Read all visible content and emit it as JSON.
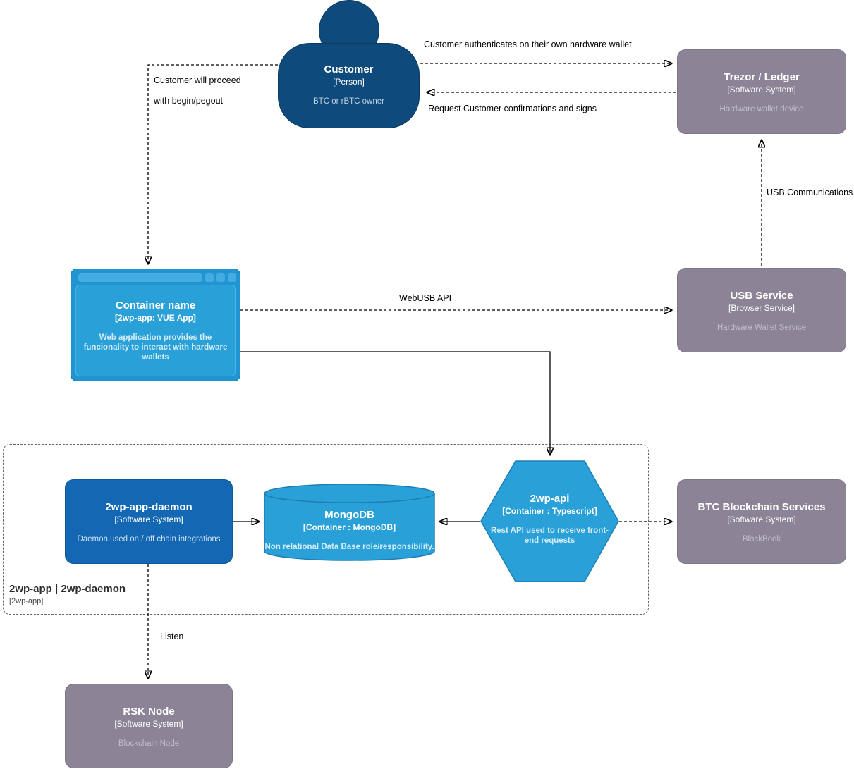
{
  "nodes": {
    "customer": {
      "title": "Customer",
      "subtitle": "[Person]",
      "description": "BTC or rBTC owner"
    },
    "trezor": {
      "title": "Trezor / Ledger",
      "subtitle": "[Software System]",
      "description": "Hardware wallet device"
    },
    "container": {
      "title": "Container name",
      "subtitle": "[2wp-app: VUE App]",
      "description": "Web application provides the funcionality to interact with hardware wallets"
    },
    "usb_service": {
      "title": "USB Service",
      "subtitle": "[Browser Service]",
      "description": "Hardware Wallet Service"
    },
    "daemon": {
      "title": "2wp-app-daemon",
      "subtitle": "[Software System]",
      "description": "Daemon used on / off chain integrations"
    },
    "mongodb": {
      "title": "MongoDB",
      "subtitle": "[Container : MongoDB]",
      "description": "Non relational Data Base role/responsibility."
    },
    "api": {
      "title": "2wp-api",
      "subtitle": "[Container : Typescript]",
      "description": "Rest API used to receive front-end requests"
    },
    "btc": {
      "title": "BTC Blockchain Services",
      "subtitle": "[Software System]",
      "description": "BlockBook"
    },
    "rsk": {
      "title": "RSK Node",
      "subtitle": "[Software System]",
      "description": "Blockchain Node"
    }
  },
  "boundary": {
    "title": "2wp-app | 2wp-daemon",
    "subtitle": "[2wp-app]"
  },
  "edges": {
    "customer_trezor": "Customer authenticates on their own hardware wallet",
    "trezor_customer": "Request Customer confirmations and signs",
    "customer_container_line1": "Customer will proceed",
    "customer_container_line2": "with begin/pegout",
    "usb_trezor": "USB Communications",
    "container_usb": "WebUSB API",
    "daemon_rsk": "Listen"
  },
  "colors": {
    "person_fill": "#0e4a7b",
    "external_system_fill": "#8c8496",
    "system_blue_fill": "#1468b3",
    "container_blue_fill": "#29a0d8",
    "container_blue_border": "#1d7fb5",
    "browser_frame_fill": "#2095d2",
    "edge_stroke": "#000000",
    "boundary_stroke": "#666666"
  }
}
